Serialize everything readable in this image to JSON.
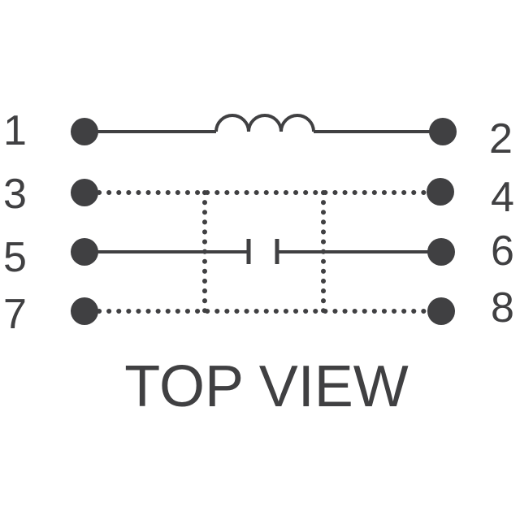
{
  "diagram": {
    "title": "TOP VIEW",
    "colors": {
      "ink": "#404042",
      "background": "#ffffff"
    },
    "pins": [
      {
        "number": "1",
        "side": "left",
        "row": 1
      },
      {
        "number": "2",
        "side": "right",
        "row": 1
      },
      {
        "number": "3",
        "side": "left",
        "row": 2
      },
      {
        "number": "4",
        "side": "right",
        "row": 2
      },
      {
        "number": "5",
        "side": "left",
        "row": 3
      },
      {
        "number": "6",
        "side": "right",
        "row": 3
      },
      {
        "number": "7",
        "side": "left",
        "row": 4
      },
      {
        "number": "8",
        "side": "right",
        "row": 4
      }
    ],
    "components": [
      {
        "type": "inductor",
        "between": [
          "1",
          "2"
        ],
        "coils": 3
      },
      {
        "type": "capacitor",
        "between": [
          "5",
          "6"
        ]
      },
      {
        "type": "shield-dotted",
        "between": [
          "3",
          "4",
          "7",
          "8"
        ]
      }
    ]
  }
}
